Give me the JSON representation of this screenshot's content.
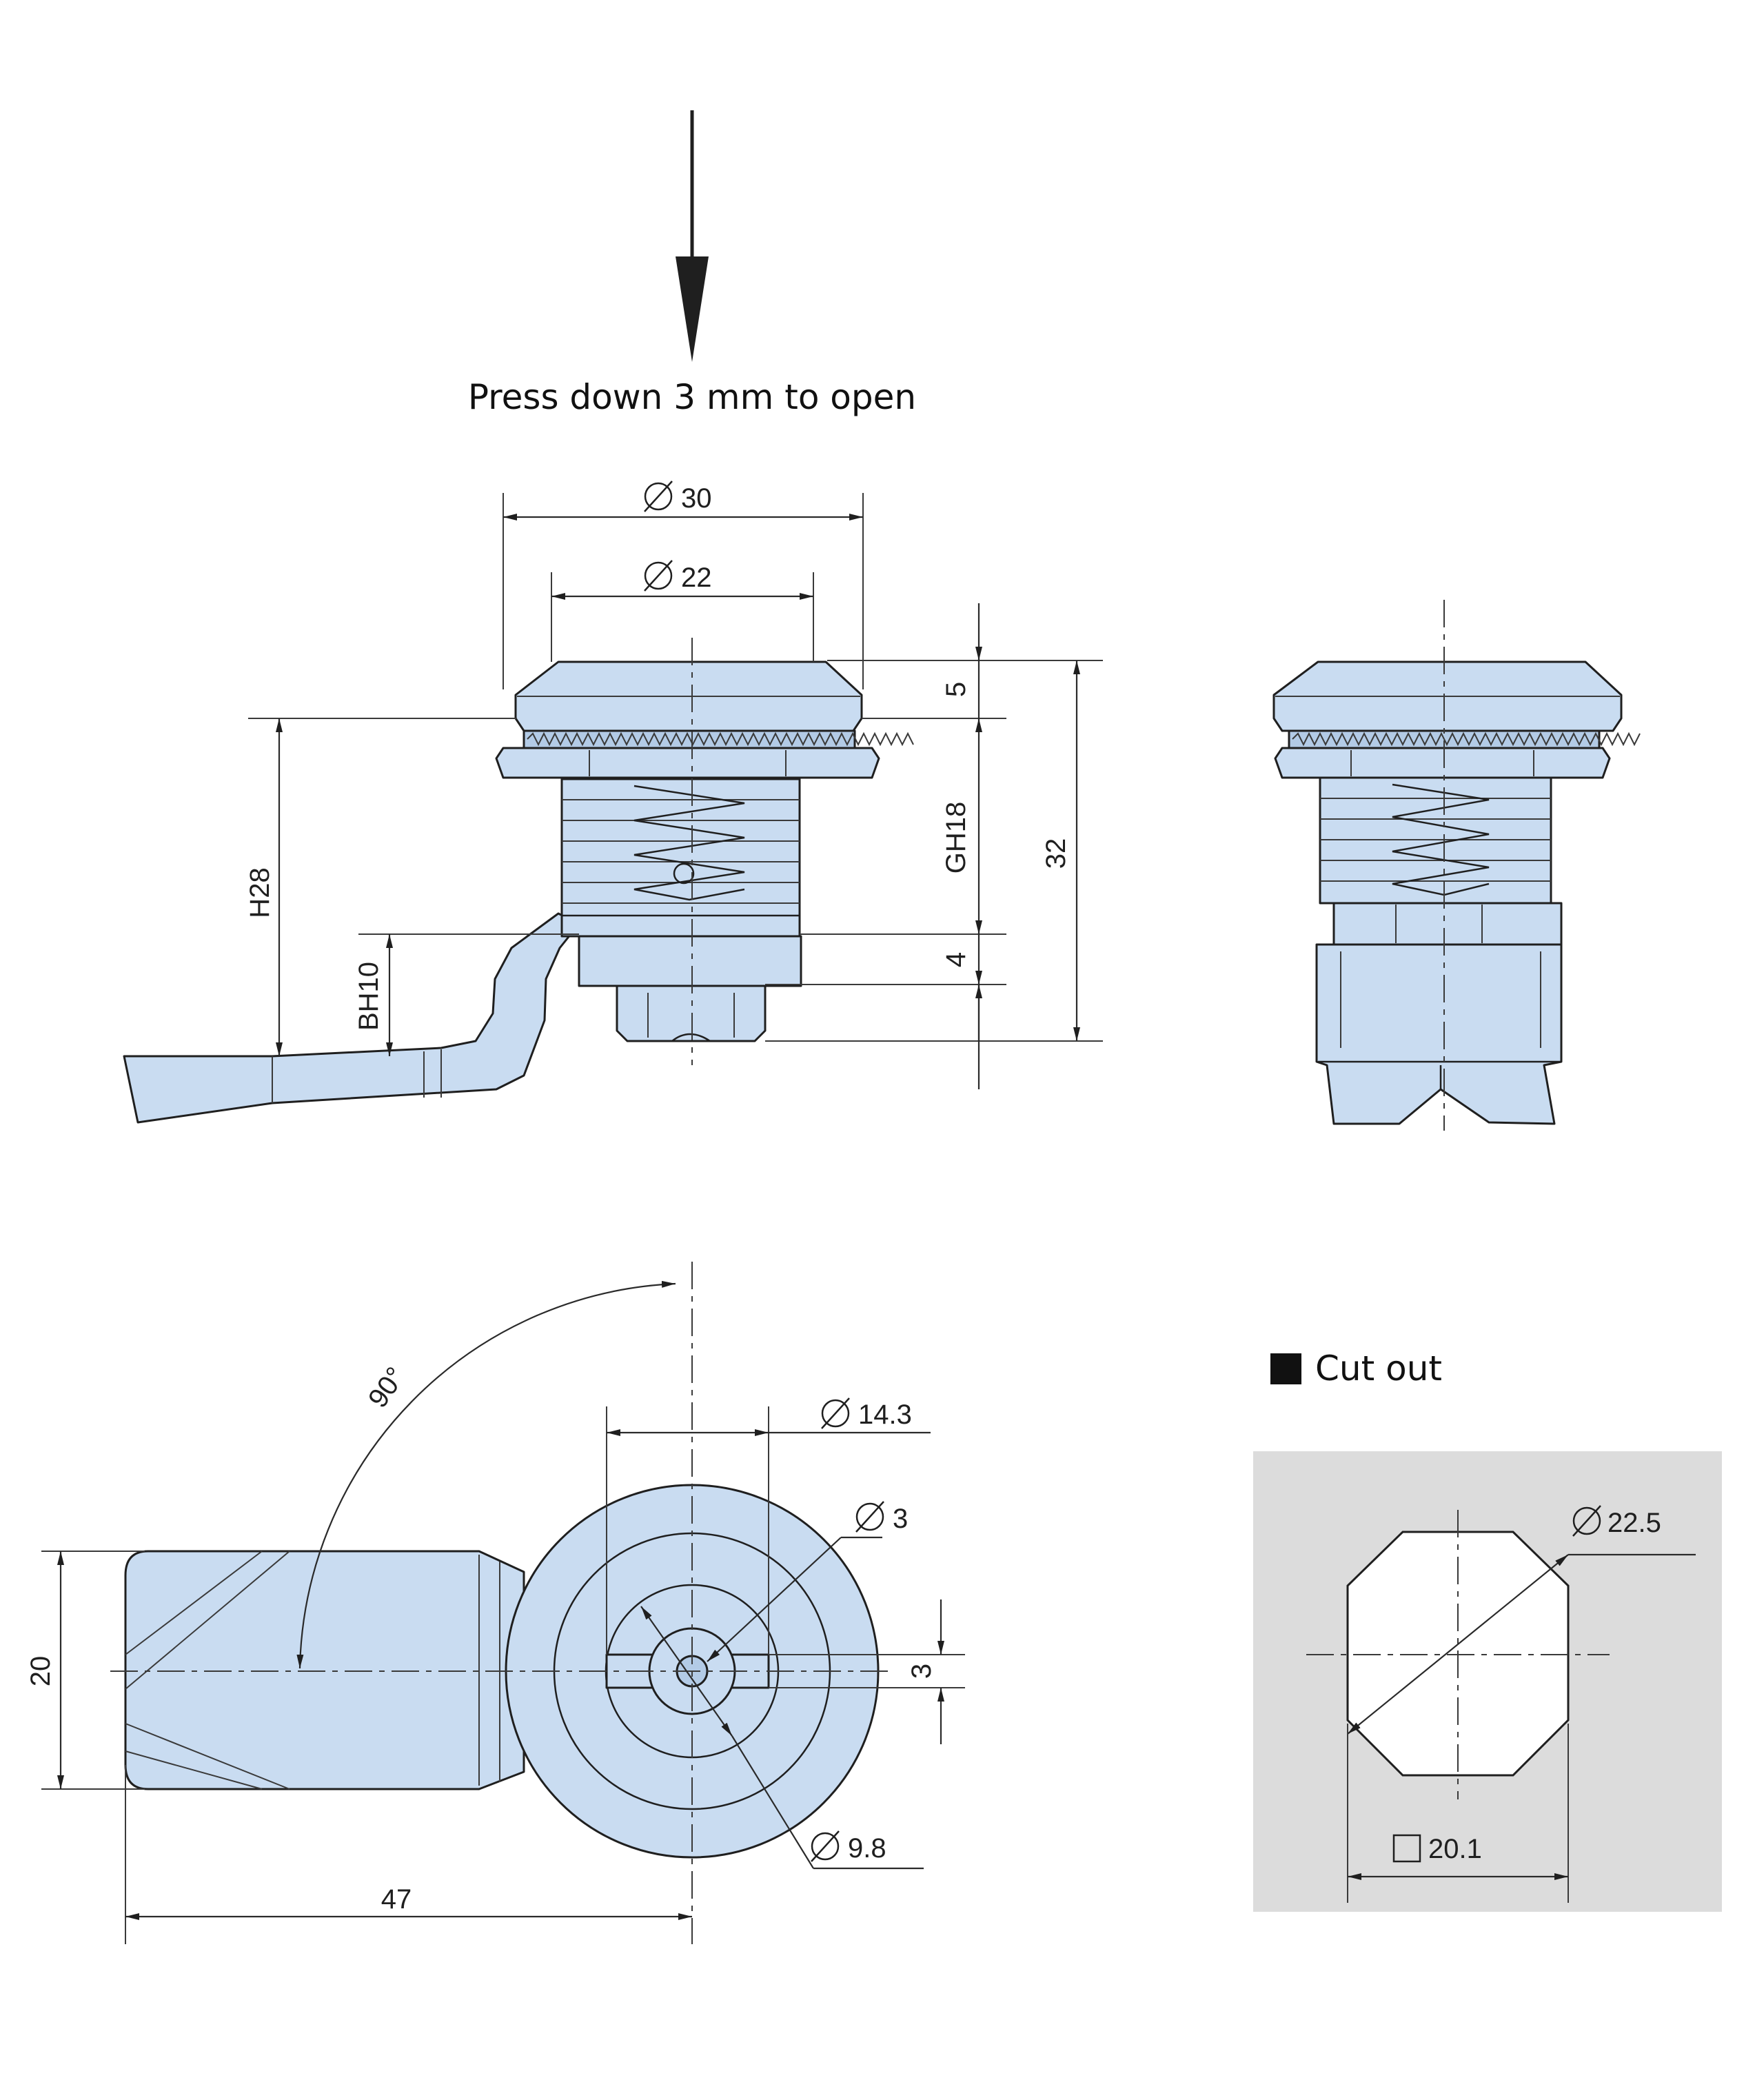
{
  "caption": "Press down 3 mm to open",
  "cutout_label": "Cut out",
  "dims": {
    "d30": "30",
    "d22": "22",
    "h5": "5",
    "gh18": "GH18",
    "h32": "32",
    "h4": "4",
    "h28": "H28",
    "bh10": "BH10",
    "angle": "90°",
    "d14_3": "14.3",
    "d3": "3",
    "h3": "3",
    "w20": "20",
    "w47": "47",
    "d9_8": "9.8",
    "d22_5": "22.5",
    "sq20_1": "20.1"
  },
  "colors": {
    "part_fill": "#c9dcf1",
    "outline": "#1f1f1f",
    "cutout_bg": "#dcdcdc"
  },
  "icons": {
    "diameter": "diameter-symbol-icon",
    "square": "square-symbol-icon",
    "bullet": "filled-square-bullet-icon",
    "arrow": "arrow-down-icon"
  }
}
